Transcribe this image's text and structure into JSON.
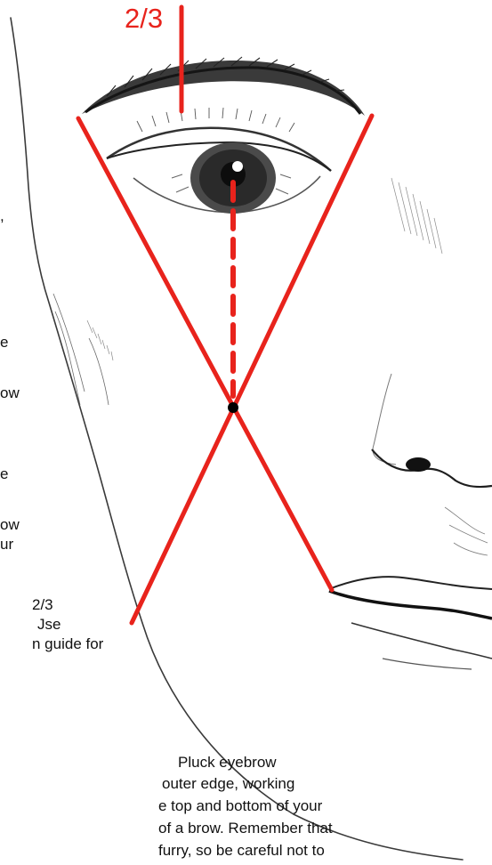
{
  "diagram": {
    "ratio_label": "2/3",
    "colors": {
      "guide": "#e8231c",
      "pencil": "#2b2b2b",
      "text": "#111111",
      "background": "#ffffff"
    },
    "left_text_fragments": [
      ",",
      "e",
      "ow",
      "e",
      "ow",
      "ur",
      "2/3",
      "Jse",
      "n guide for"
    ],
    "paragraph_lines": [
      "Pluck eyebrow",
      "outer edge, working",
      "e top and bottom of your",
      "of a brow. Remember that",
      "furry, so be careful not to"
    ]
  }
}
